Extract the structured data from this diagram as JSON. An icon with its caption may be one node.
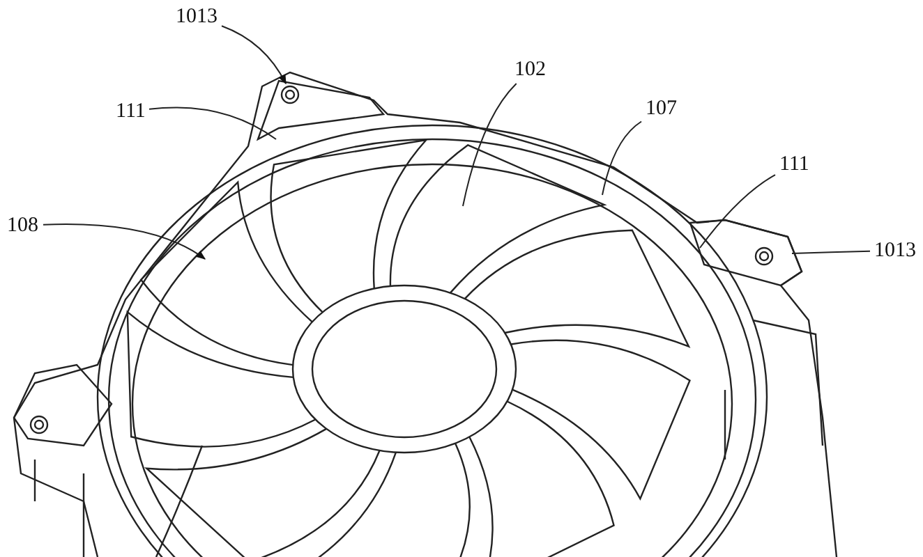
{
  "diagram": {
    "nodes": [
      {
        "text": [
          "1013"
        ]
      },
      {
        "text": [
          "111"
        ]
      },
      {
        "text": [
          "102"
        ]
      },
      {
        "text": [
          "107"
        ]
      },
      {
        "text": [
          "111"
        ]
      },
      {
        "text": [
          "1013"
        ]
      },
      {
        "text": [
          "108"
        ]
      }
    ],
    "edges": [
      {
        "from": 0,
        "to": null,
        "arrow": "to"
      },
      {
        "from": 1,
        "to": null,
        "arrow": "none"
      },
      {
        "from": 2,
        "to": null,
        "arrow": "none"
      },
      {
        "from": 3,
        "to": null,
        "arrow": "none"
      },
      {
        "from": 4,
        "to": null,
        "arrow": "none"
      },
      {
        "from": 5,
        "to": null,
        "arrow": "none"
      },
      {
        "from": 6,
        "to": null,
        "arrow": "to"
      }
    ]
  }
}
